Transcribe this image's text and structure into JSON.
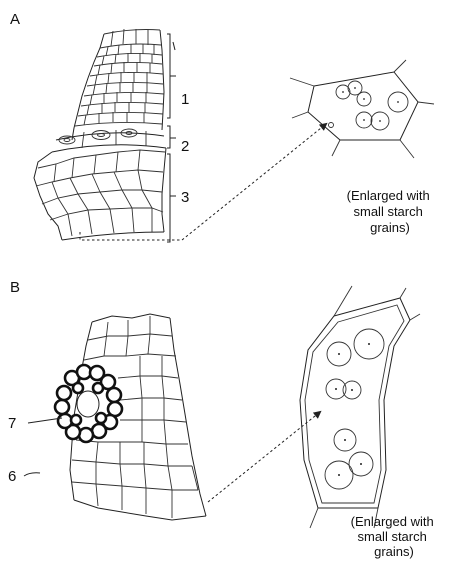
{
  "panel_a": {
    "label": "A",
    "zone_labels": [
      "1",
      "2",
      "3"
    ],
    "caption_lines": [
      "(Enlarged with",
      "small starch",
      "grains)"
    ]
  },
  "panel_b": {
    "label": "B",
    "callout_labels": [
      "7",
      "6"
    ],
    "caption_lines": [
      "(Enlarged with",
      "small starch",
      "grains)"
    ]
  }
}
